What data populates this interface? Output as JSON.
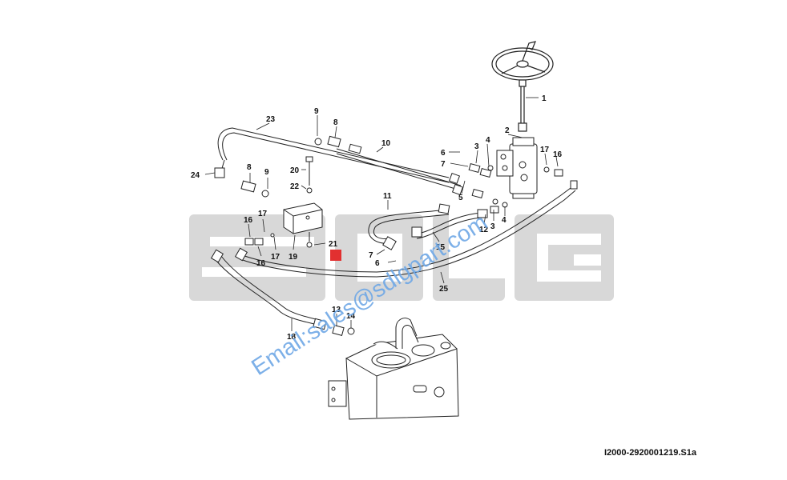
{
  "watermark": {
    "brand_letters": [
      "S",
      "D",
      "L",
      "G"
    ],
    "brand_color": "#d4d4d4",
    "email": "Email:sales@sdlgpart.com",
    "email_color": "#5b9be0"
  },
  "drawing_id": "I2000-2920001219.S1a",
  "callouts": [
    {
      "id": "c1",
      "text": "1"
    },
    {
      "id": "c2",
      "text": "2"
    },
    {
      "id": "c3a",
      "text": "3"
    },
    {
      "id": "c4a",
      "text": "4"
    },
    {
      "id": "c17a",
      "text": "17"
    },
    {
      "id": "c16a",
      "text": "16"
    },
    {
      "id": "c6a",
      "text": "6"
    },
    {
      "id": "c7a",
      "text": "7"
    },
    {
      "id": "c5",
      "text": "5"
    },
    {
      "id": "c10",
      "text": "10"
    },
    {
      "id": "c9a",
      "text": "9"
    },
    {
      "id": "c8a",
      "text": "8"
    },
    {
      "id": "c23",
      "text": "23"
    },
    {
      "id": "c24",
      "text": "24"
    },
    {
      "id": "c8b",
      "text": "8"
    },
    {
      "id": "c9b",
      "text": "9"
    },
    {
      "id": "c20",
      "text": "20"
    },
    {
      "id": "c22",
      "text": "22"
    },
    {
      "id": "c11",
      "text": "11"
    },
    {
      "id": "c17b",
      "text": "17"
    },
    {
      "id": "c16b",
      "text": "16"
    },
    {
      "id": "c19",
      "text": "19"
    },
    {
      "id": "c17c",
      "text": "17"
    },
    {
      "id": "c16c",
      "text": "16"
    },
    {
      "id": "c21",
      "text": "21"
    },
    {
      "id": "c12",
      "text": "12"
    },
    {
      "id": "c3b",
      "text": "3"
    },
    {
      "id": "c4b",
      "text": "4"
    },
    {
      "id": "c15",
      "text": "15"
    },
    {
      "id": "c7b",
      "text": "7"
    },
    {
      "id": "c6b",
      "text": "6"
    },
    {
      "id": "c25",
      "text": "25"
    },
    {
      "id": "c18",
      "text": "18"
    },
    {
      "id": "c13",
      "text": "13"
    },
    {
      "id": "c14",
      "text": "14"
    }
  ]
}
